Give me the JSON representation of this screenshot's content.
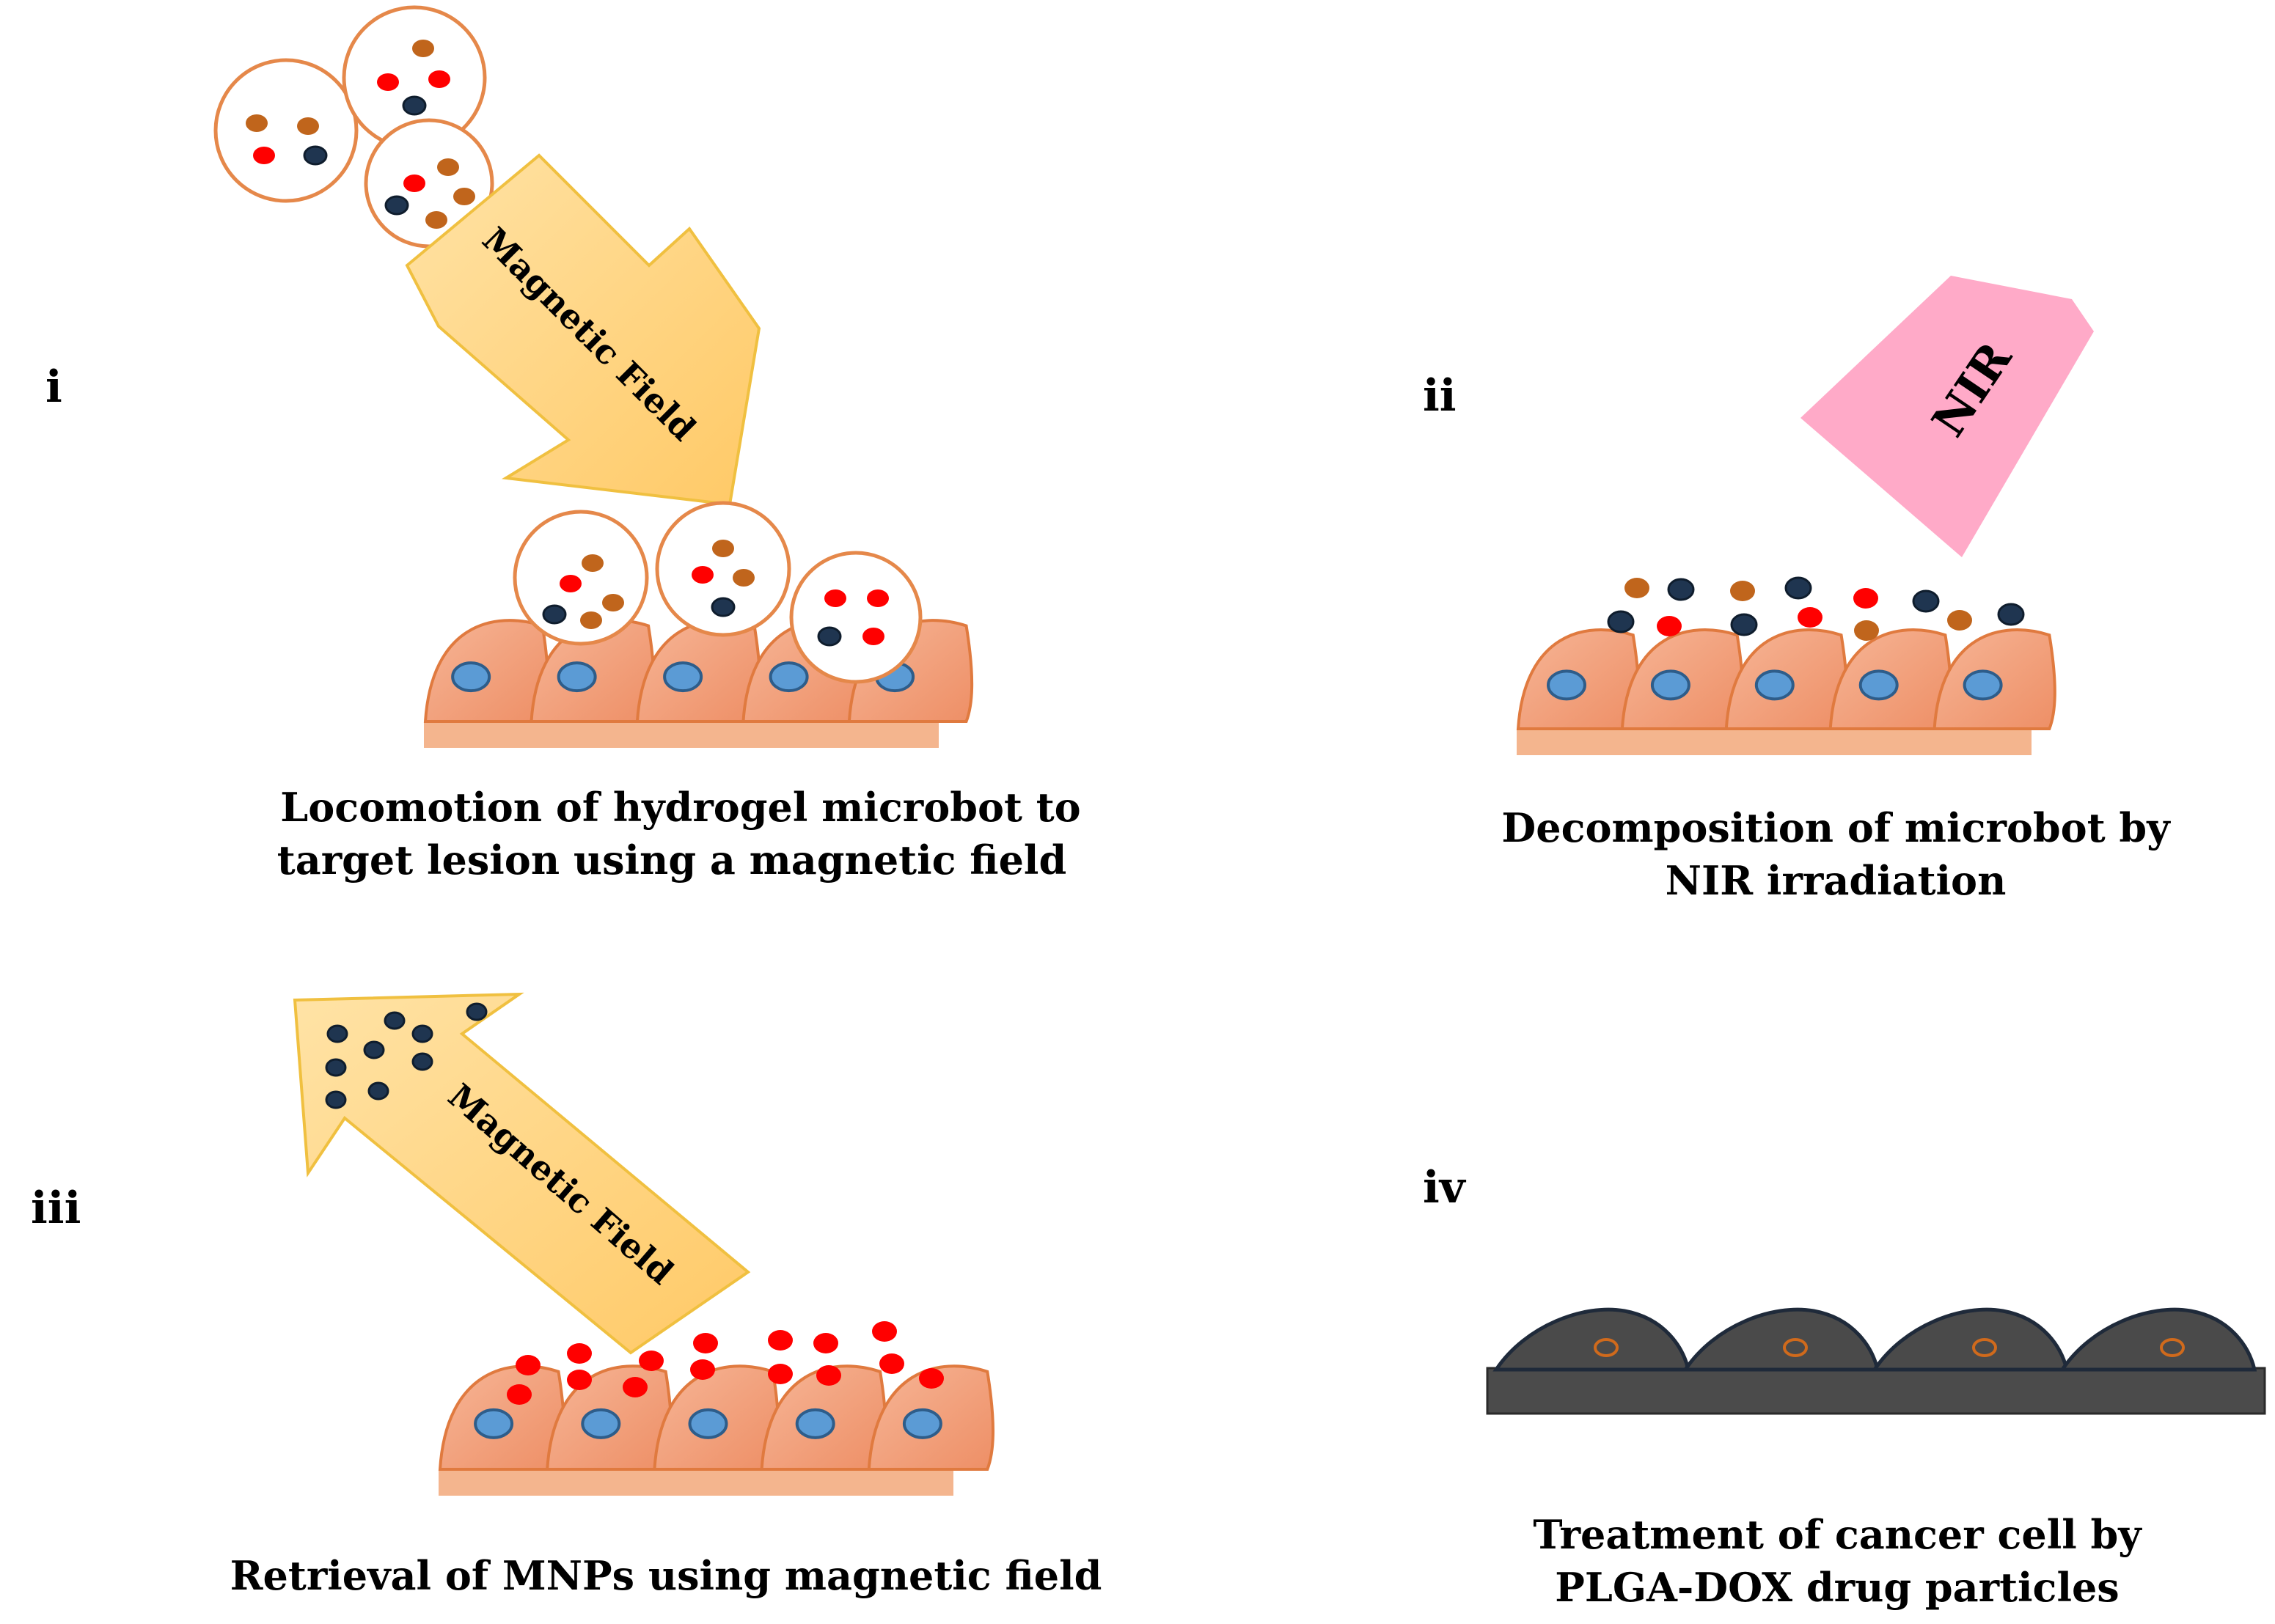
{
  "panels": [
    {
      "id": "i",
      "label": "i",
      "caption": [
        "Locomotion of hydrogel microbot to",
        "target lesion using a  magnetic field"
      ]
    },
    {
      "id": "ii",
      "label": "ii",
      "caption": [
        "Decomposition of microbot by",
        "NIR irradiation"
      ]
    },
    {
      "id": "iii",
      "label": "iii",
      "caption": [
        "Retrieval of MNPs using magnetic field"
      ]
    },
    {
      "id": "iv",
      "label": "iv",
      "caption": [
        "Treatment of cancer cell by",
        "PLGA-DOX drug particles"
      ]
    }
  ],
  "arrow_label": "Magnetic Field",
  "beam_label": "NIR",
  "colors": {
    "microbot_ring": "#e5884a",
    "particle_red": "#ff0000",
    "particle_brown": "#c0651c",
    "particle_navy": "#1f3550",
    "cell_fill": "#f4a582",
    "cell_stroke": "#e07a3f",
    "nucleus_fill": "#5b9bd5",
    "nucleus_stroke": "#2e5d8a",
    "arrow_fill": "#ffd27f",
    "arrow_stroke": "#f0c040",
    "beam_fill": "#ffaac8",
    "cancer_fill": "#4a4a4a",
    "cancer_stroke": "#1f2a3a",
    "cancer_nucleus": "#d06a1c"
  }
}
